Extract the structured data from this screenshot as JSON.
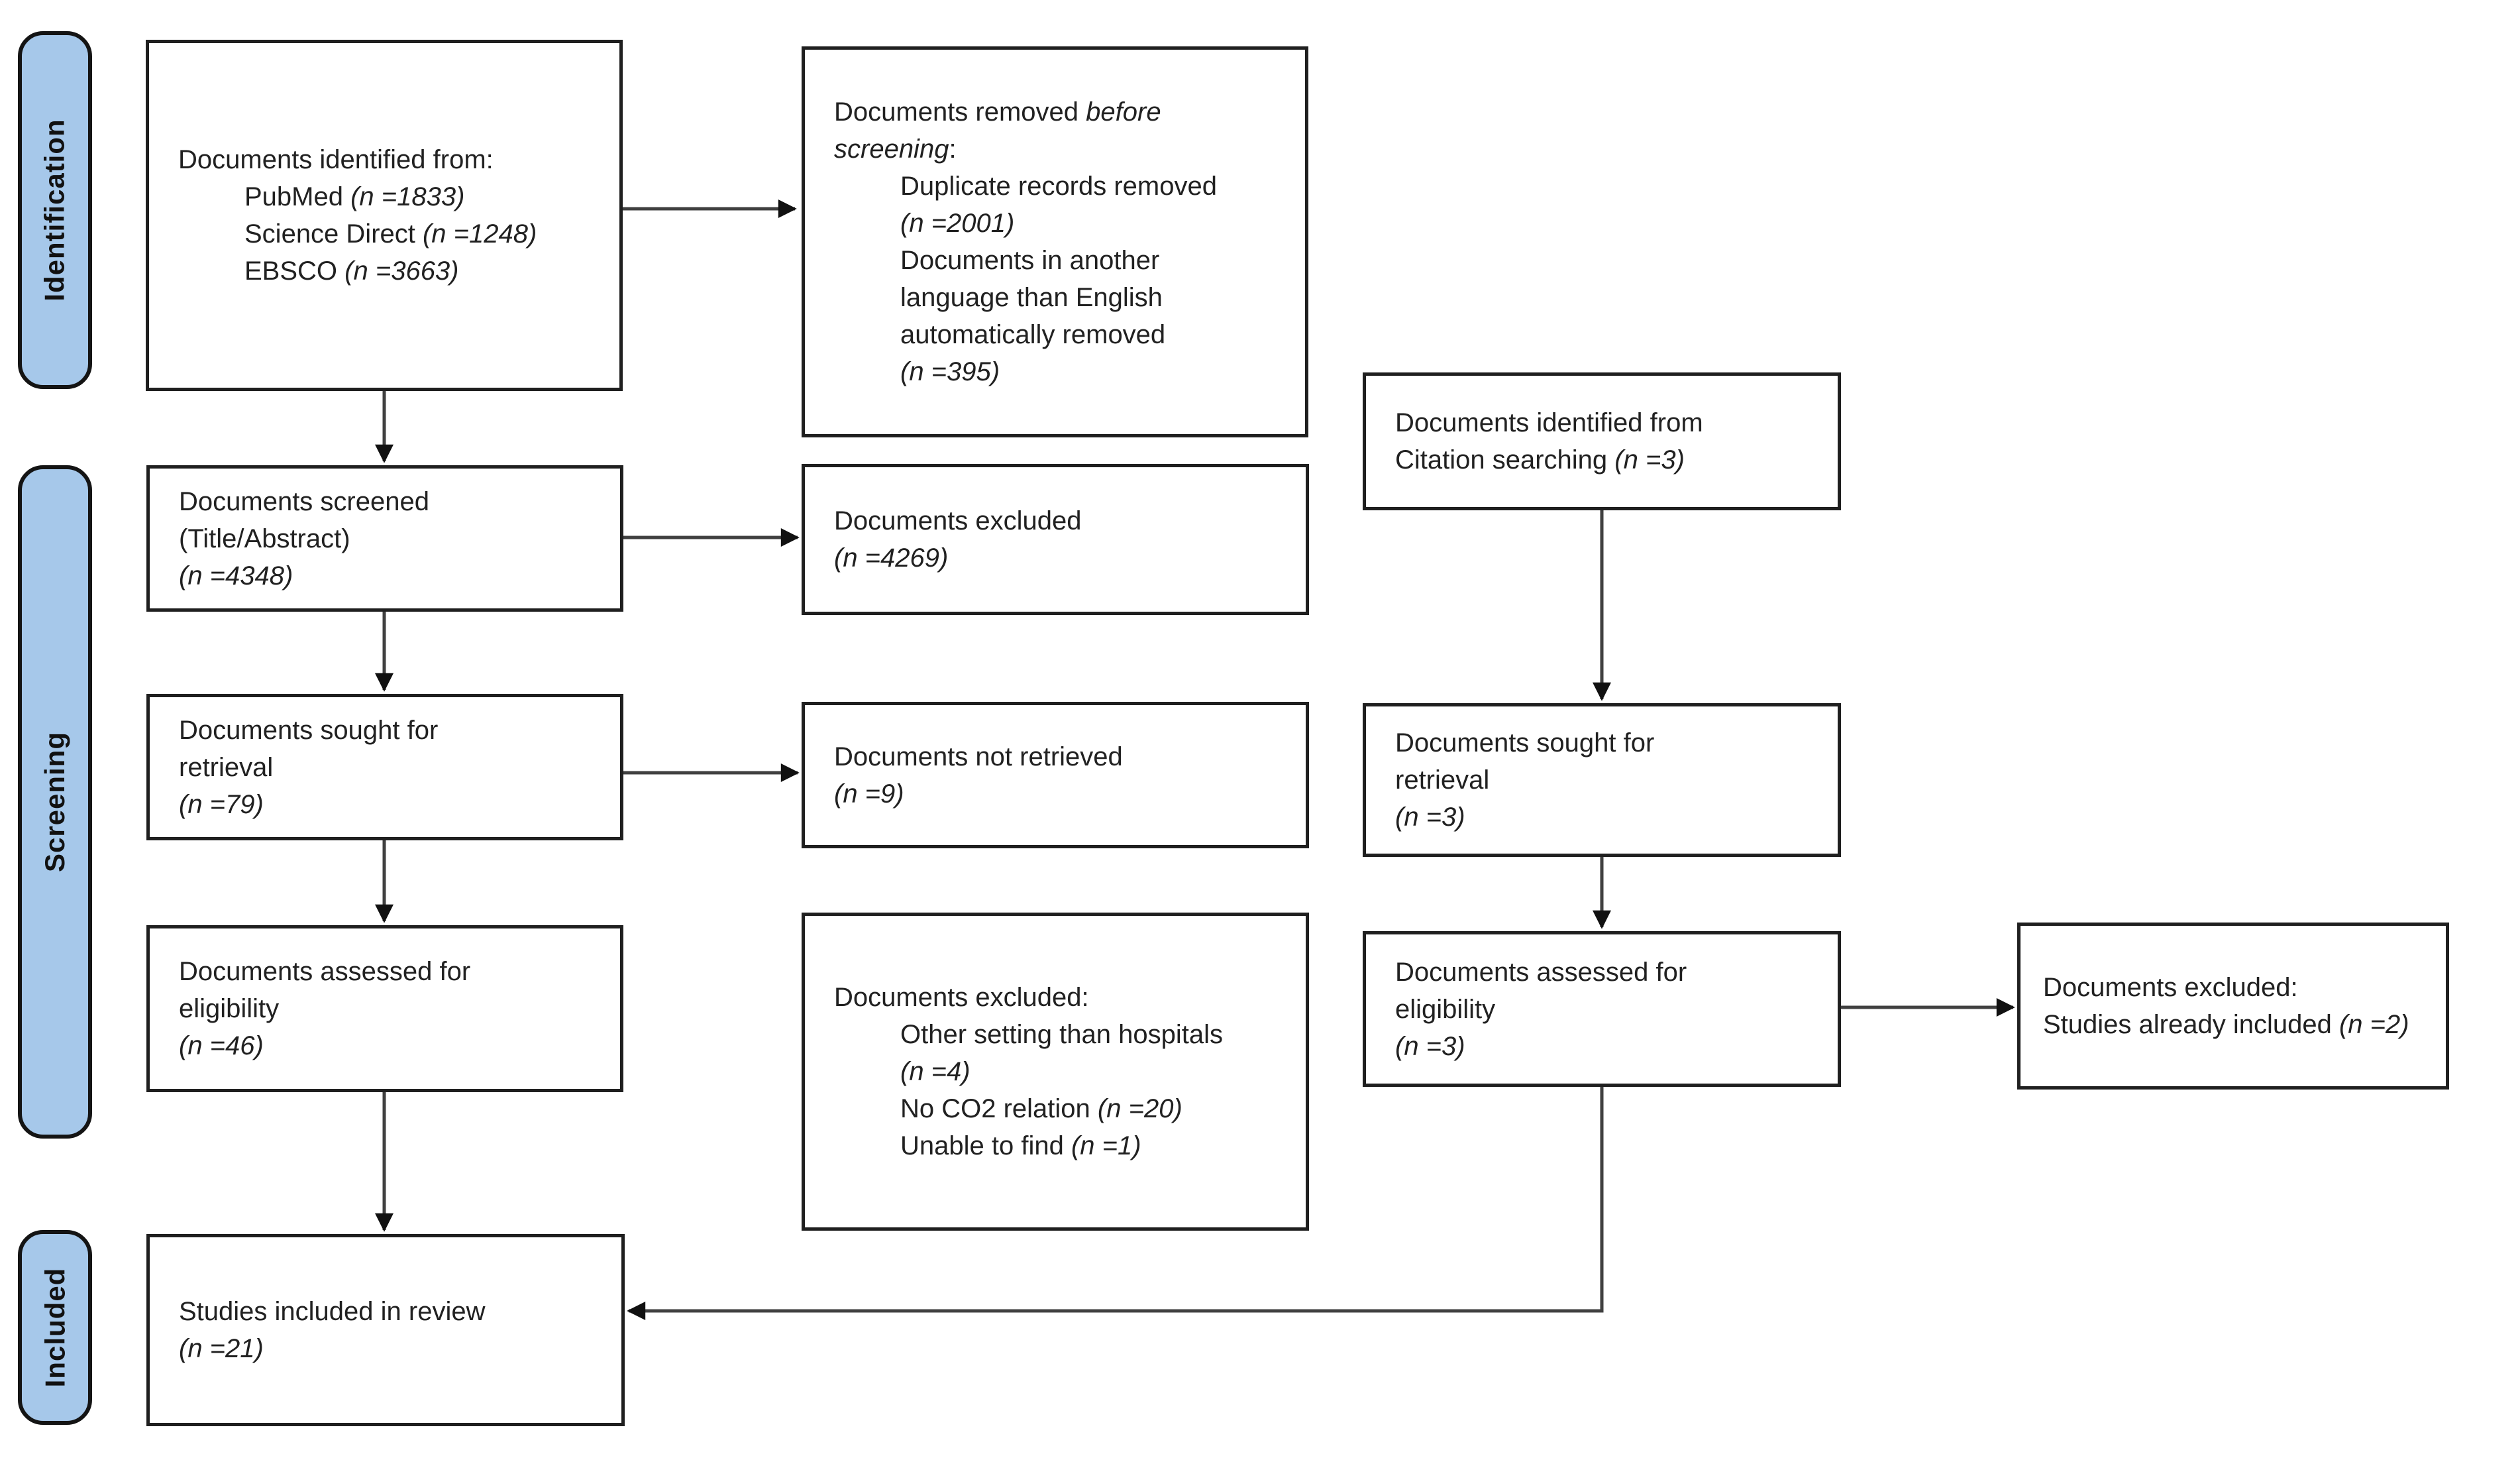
{
  "stages": [
    {
      "label": "Identification"
    },
    {
      "label": "Screening"
    },
    {
      "label": "Included"
    }
  ],
  "boxes": {
    "identified": {
      "lines": [
        {
          "runs": [
            {
              "t": "Documents identified from:",
              "italic": false
            }
          ]
        },
        {
          "indent": true,
          "runs": [
            {
              "t": "PubMed ",
              "italic": false
            },
            {
              "t": "(n =1833)",
              "italic": true
            }
          ]
        },
        {
          "indent": true,
          "runs": [
            {
              "t": "Science Direct ",
              "italic": false
            },
            {
              "t": "(n =1248)",
              "italic": true
            }
          ]
        },
        {
          "indent": true,
          "runs": [
            {
              "t": "EBSCO ",
              "italic": false
            },
            {
              "t": "(n =3663)",
              "italic": true
            }
          ]
        }
      ]
    },
    "removed_before_screening": {
      "lines": [
        {
          "runs": [
            {
              "t": "Documents removed ",
              "italic": false
            },
            {
              "t": "before",
              "italic": true
            }
          ]
        },
        {
          "runs": [
            {
              "t": "screening",
              "italic": true
            },
            {
              "t": ":",
              "italic": false
            }
          ]
        },
        {
          "indent": true,
          "runs": [
            {
              "t": "Duplicate records removed",
              "italic": false
            }
          ]
        },
        {
          "indent": true,
          "runs": [
            {
              "t": "(n =2001)",
              "italic": true
            }
          ]
        },
        {
          "indent": true,
          "runs": [
            {
              "t": "Documents in another",
              "italic": false
            }
          ]
        },
        {
          "indent": true,
          "runs": [
            {
              "t": "language than English",
              "italic": false
            }
          ]
        },
        {
          "indent": true,
          "runs": [
            {
              "t": "automatically removed",
              "italic": false
            }
          ]
        },
        {
          "indent": true,
          "runs": [
            {
              "t": "(n =395)",
              "italic": true
            }
          ]
        }
      ]
    },
    "citation_identified": {
      "lines": [
        {
          "runs": [
            {
              "t": "Documents identified from",
              "italic": false
            }
          ]
        },
        {
          "runs": [
            {
              "t": "Citation searching ",
              "italic": false
            },
            {
              "t": "(n =3)",
              "italic": true
            }
          ]
        }
      ]
    },
    "screened": {
      "lines": [
        {
          "runs": [
            {
              "t": "Documents screened",
              "italic": false
            }
          ]
        },
        {
          "runs": [
            {
              "t": "(Title/Abstract)",
              "italic": false
            }
          ]
        },
        {
          "runs": [
            {
              "t": "(n =4348)",
              "italic": true
            }
          ]
        }
      ]
    },
    "excluded_screening": {
      "lines": [
        {
          "runs": [
            {
              "t": "Documents excluded",
              "italic": false
            }
          ]
        },
        {
          "runs": [
            {
              "t": "(n =4269)",
              "italic": true
            }
          ]
        }
      ]
    },
    "sought": {
      "lines": [
        {
          "runs": [
            {
              "t": "Documents sought for",
              "italic": false
            }
          ]
        },
        {
          "runs": [
            {
              "t": "retrieval",
              "italic": false
            }
          ]
        },
        {
          "runs": [
            {
              "t": "(n =79)",
              "italic": true
            }
          ]
        }
      ]
    },
    "not_retrieved": {
      "lines": [
        {
          "runs": [
            {
              "t": "Documents not retrieved",
              "italic": false
            }
          ]
        },
        {
          "runs": [
            {
              "t": "(n =9)",
              "italic": true
            }
          ]
        }
      ]
    },
    "sought_citation": {
      "lines": [
        {
          "runs": [
            {
              "t": "Documents sought for",
              "italic": false
            }
          ]
        },
        {
          "runs": [
            {
              "t": "retrieval",
              "italic": false
            }
          ]
        },
        {
          "runs": [
            {
              "t": "(n =3)",
              "italic": true
            }
          ]
        }
      ]
    },
    "assessed": {
      "lines": [
        {
          "runs": [
            {
              "t": "Documents assessed for",
              "italic": false
            }
          ]
        },
        {
          "runs": [
            {
              "t": "eligibility",
              "italic": false
            }
          ]
        },
        {
          "runs": [
            {
              "t": "(n =46)",
              "italic": true
            }
          ]
        }
      ]
    },
    "excluded_eligibility": {
      "lines": [
        {
          "runs": [
            {
              "t": "Documents excluded:",
              "italic": false
            }
          ]
        },
        {
          "indent": true,
          "runs": [
            {
              "t": "Other setting than hospitals",
              "italic": false
            }
          ]
        },
        {
          "indent": true,
          "runs": [
            {
              "t": "(n =4)",
              "italic": true
            }
          ]
        },
        {
          "indent": true,
          "runs": [
            {
              "t": "No CO2 relation ",
              "italic": false
            },
            {
              "t": "(n =20)",
              "italic": true
            }
          ]
        },
        {
          "indent": true,
          "runs": [
            {
              "t": "Unable to find ",
              "italic": false
            },
            {
              "t": "(n =1)",
              "italic": true
            }
          ]
        }
      ]
    },
    "assessed_citation": {
      "lines": [
        {
          "runs": [
            {
              "t": "Documents assessed for",
              "italic": false
            }
          ]
        },
        {
          "runs": [
            {
              "t": "eligibility",
              "italic": false
            }
          ]
        },
        {
          "runs": [
            {
              "t": "(n =3)",
              "italic": true
            }
          ]
        }
      ]
    },
    "excluded_citation": {
      "lines": [
        {
          "runs": [
            {
              "t": "Documents excluded:",
              "italic": false
            }
          ]
        },
        {
          "runs": [
            {
              "t": "Studies already included ",
              "italic": false
            },
            {
              "t": "(n =2)",
              "italic": true
            }
          ]
        }
      ]
    },
    "included": {
      "lines": [
        {
          "runs": [
            {
              "t": "Studies included in review",
              "italic": false
            }
          ]
        },
        {
          "runs": [
            {
              "t": "(n =21)",
              "italic": true
            }
          ]
        }
      ]
    }
  },
  "colors": {
    "stage_fill": "#A6C8EA",
    "stage_border": "#141414",
    "box_border": "#1f1f1f",
    "connector": "#404040",
    "arrowhead": "#111111",
    "text": "#212121",
    "background": "#ffffff"
  }
}
